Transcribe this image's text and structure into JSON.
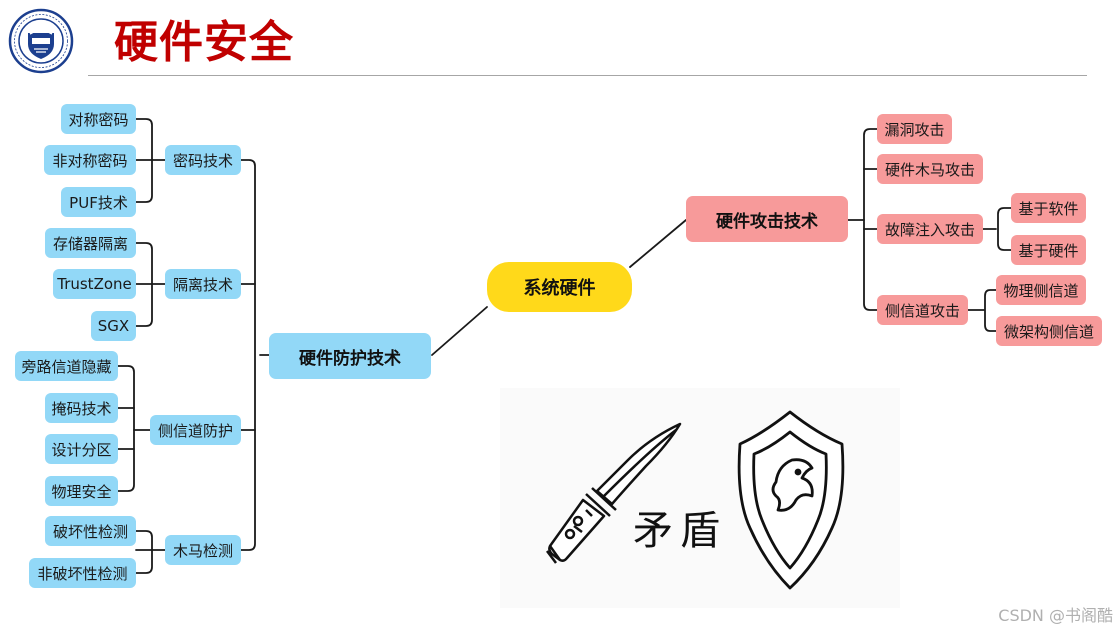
{
  "header": {
    "title": "硬件安全"
  },
  "diagram": {
    "center": "系统硬件",
    "defense": {
      "label": "硬件防护技术",
      "groups": [
        {
          "label": "密码技术",
          "items": [
            "对称密码",
            "非对称密码",
            "PUF技术"
          ]
        },
        {
          "label": "隔离技术",
          "items": [
            "存储器隔离",
            "TrustZone",
            "SGX"
          ]
        },
        {
          "label": "侧信道防护",
          "items": [
            "旁路信道隐藏",
            "掩码技术",
            "设计分区",
            "物理安全"
          ]
        },
        {
          "label": "木马检测",
          "items": [
            "破坏性检测",
            "非破坏性检测"
          ]
        }
      ]
    },
    "attack": {
      "label": "硬件攻击技术",
      "groups": [
        {
          "label": "漏洞攻击",
          "items": []
        },
        {
          "label": "硬件木马攻击",
          "items": []
        },
        {
          "label": "故障注入攻击",
          "items": [
            "基于软件",
            "基于硬件"
          ]
        },
        {
          "label": "侧信道攻击",
          "items": [
            "物理侧信道",
            "微架构侧信道"
          ]
        }
      ]
    }
  },
  "illustration": {
    "spear_char": "矛",
    "shield_char": "盾"
  },
  "watermark": "CSDN @书阁酷",
  "colors": {
    "title": "#c00000",
    "defense_node": "#92d8f7",
    "attack_node": "#f79a9a",
    "center_node": "#ffd91a"
  }
}
